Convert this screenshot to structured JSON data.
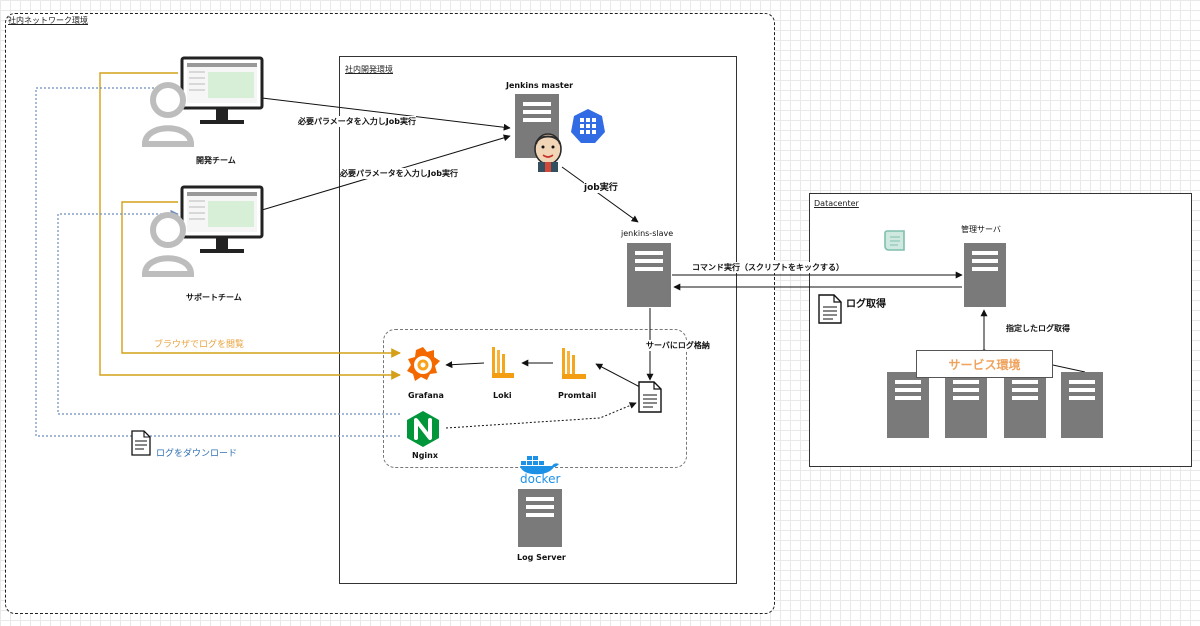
{
  "zones": {
    "intranet": "社内ネットワーク環境",
    "devenv": "社内開発環境",
    "datacenter": "Datacenter"
  },
  "users": {
    "dev": "開発チーム",
    "support": "サポートチーム"
  },
  "nodes": {
    "jenkins_master": "Jenkins master",
    "jenkins_slave": "jenkins-slave",
    "mgmt_server": "管理サーバ",
    "service_env": "サービス環境",
    "grafana": "Grafana",
    "loki": "Loki",
    "promtail": "Promtail",
    "nginx": "Nginx",
    "docker": "docker",
    "log_server": "Log Server"
  },
  "edges": {
    "dev_job": "必要パラメータを入力しJob実行",
    "support_job": "必要パラメータを入力しJob実行",
    "job_exec": "job実行",
    "command_exec": "コマンド実行（スクリプトをキックする）",
    "log_fetch": "ログ取得",
    "specified_log_fetch": "指定したログ取得",
    "log_store": "サーバにログ格納",
    "browse_log": "ブラウザでログを閲覧",
    "download_log": "ログをダウンロード"
  },
  "colors": {
    "browse_line": "#d4a017",
    "browse_text": "#e8a33d",
    "download_line": "#6c8ebf",
    "download_text": "#2f6fb3",
    "server": "#7a7a7a",
    "service_text": "#f0a35e",
    "kubernetes": "#326ce5",
    "nginx": "#009639",
    "docker": "#1d91e6",
    "scroll": "#7fbfae"
  },
  "icons": {
    "monitor": "monitor-icon",
    "user": "user-icon",
    "server": "server-icon",
    "jenkins": "jenkins-icon",
    "kubernetes": "kubernetes-icon",
    "grafana": "grafana-icon",
    "loki": "loki-icon",
    "promtail": "promtail-icon",
    "nginx": "nginx-icon",
    "docker": "docker-icon",
    "document": "document-icon",
    "scroll": "scroll-icon"
  }
}
